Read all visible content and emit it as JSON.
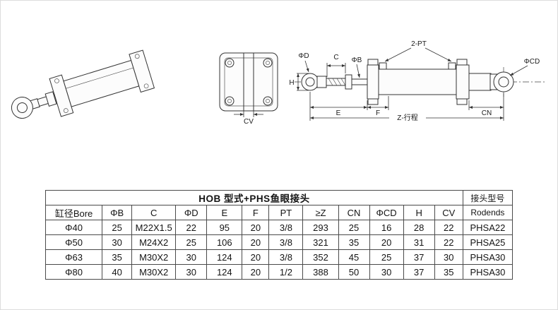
{
  "drawing": {
    "labels": {
      "phi_d": "ΦD",
      "c": "C",
      "h": "H",
      "phi_b": "ΦB",
      "two_pt": "2-PT",
      "phi_cd": "ΦCD",
      "e": "E",
      "f": "F",
      "cn": "CN",
      "z": "Z-行程",
      "cv": "CV"
    }
  },
  "table": {
    "title": "HOB 型式+PHS鱼眼接头",
    "rodends_top": "接头型号",
    "rodends_bottom": "Rodends",
    "columns": [
      "缸径Bore",
      "ΦB",
      "C",
      "ΦD",
      "E",
      "F",
      "PT",
      "≥Z",
      "CN",
      "ΦCD",
      "H",
      "CV"
    ],
    "rows": [
      [
        "Φ40",
        "25",
        "M22X1.5",
        "22",
        "95",
        "20",
        "3/8",
        "293",
        "25",
        "16",
        "28",
        "22",
        "PHSA22"
      ],
      [
        "Φ50",
        "30",
        "M24X2",
        "25",
        "106",
        "20",
        "3/8",
        "321",
        "35",
        "20",
        "31",
        "22",
        "PHSA25"
      ],
      [
        "Φ63",
        "35",
        "M30X2",
        "30",
        "124",
        "20",
        "3/8",
        "352",
        "45",
        "25",
        "37",
        "30",
        "PHSA30"
      ],
      [
        "Φ80",
        "40",
        "M30X2",
        "30",
        "124",
        "20",
        "1/2",
        "388",
        "50",
        "30",
        "37",
        "35",
        "PHSA30"
      ]
    ]
  }
}
